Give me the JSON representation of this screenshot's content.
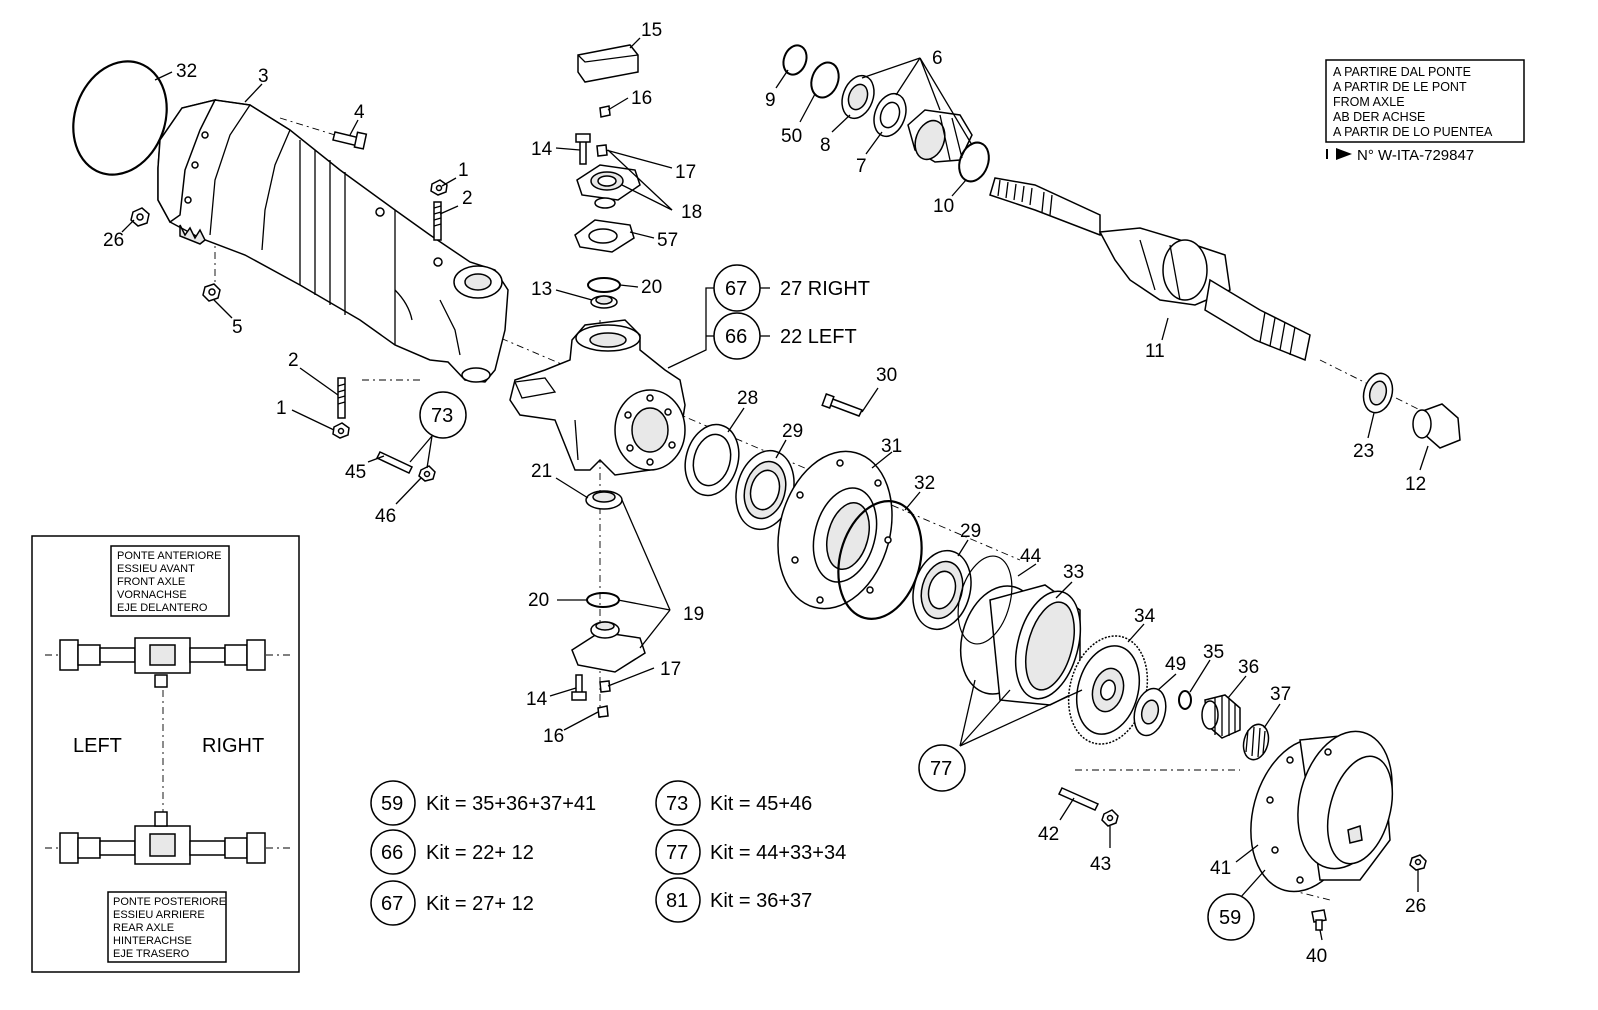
{
  "callouts": {
    "c1a": "1",
    "c1b": "1",
    "c2a": "2",
    "c2b": "2",
    "c3": "3",
    "c4": "4",
    "c5": "5",
    "c6": "6",
    "c7": "7",
    "c8": "8",
    "c9": "9",
    "c10": "10",
    "c11": "11",
    "c12": "12",
    "c13": "13",
    "c14a": "14",
    "c14b": "14",
    "c15": "15",
    "c16a": "16",
    "c16b": "16",
    "c17a": "17",
    "c17b": "17",
    "c18": "18",
    "c19": "19",
    "c20a": "20",
    "c20b": "20",
    "c21": "21",
    "c23": "23",
    "c26a": "26",
    "c26b": "26",
    "c28": "28",
    "c29a": "29",
    "c29b": "29",
    "c30": "30",
    "c31": "31",
    "c32a": "32",
    "c32b": "32",
    "c33": "33",
    "c34": "34",
    "c35": "35",
    "c36": "36",
    "c37": "37",
    "c40": "40",
    "c41": "41",
    "c42": "42",
    "c43": "43",
    "c44": "44",
    "c45": "45",
    "c46": "46",
    "c49": "49",
    "c50": "50",
    "c57": "57"
  },
  "circled": {
    "k67": "67",
    "k66": "66",
    "k73": "73",
    "k77": "77",
    "k59": "59"
  },
  "side_labels": {
    "right_text": "27  RIGHT",
    "left_text": "22  LEFT"
  },
  "kits": [
    {
      "num": "59",
      "text": "Kit = 35+36+37+41"
    },
    {
      "num": "66",
      "text": "Kit = 22+ 12"
    },
    {
      "num": "67",
      "text": "Kit = 27+ 12"
    },
    {
      "num": "73",
      "text": "Kit = 45+46"
    },
    {
      "num": "77",
      "text": "Kit = 44+33+34"
    },
    {
      "num": "81",
      "text": "Kit = 36+37"
    }
  ],
  "from_axle": {
    "lines": [
      "A PARTIRE DAL PONTE",
      "A PARTIR DE LE PONT",
      "FROM AXLE",
      "AB DER ACHSE",
      "A PARTIR DE LO PUENTEA"
    ],
    "serial": "N° W-ITA-729847"
  },
  "inset": {
    "front_lines": [
      "PONTE ANTERIORE",
      "ESSIEU AVANT",
      "FRONT AXLE",
      "VORNACHSE",
      "EJE DELANTERO"
    ],
    "rear_lines": [
      "PONTE POSTERIORE",
      "ESSIEU ARRIERE",
      "REAR AXLE",
      "HINTERACHSE",
      "EJE TRASERO"
    ],
    "left_label": "LEFT",
    "right_label": "RIGHT"
  }
}
